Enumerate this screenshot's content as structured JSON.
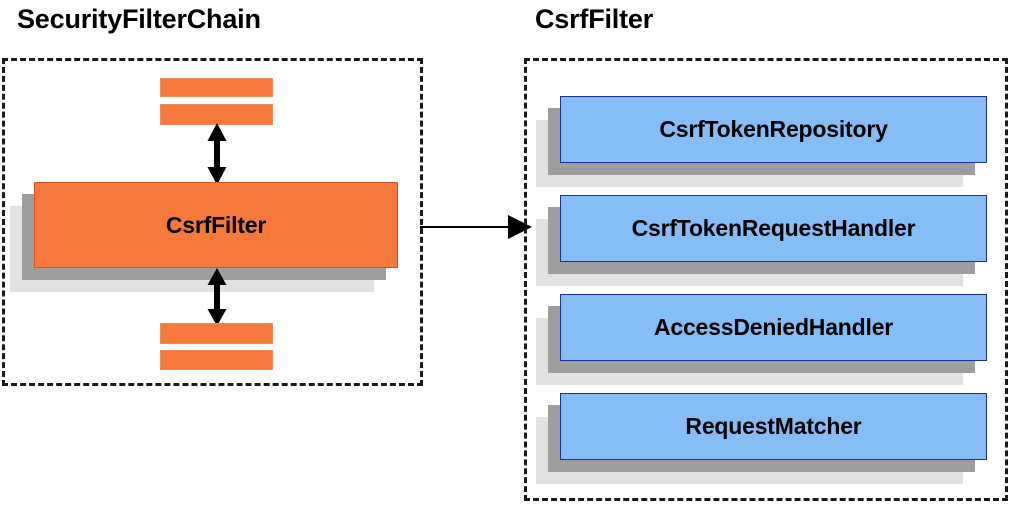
{
  "diagram": {
    "title_left": "SecurityFilterChain",
    "title_right": "CsrfFilter",
    "colors": {
      "orange_fill": "#F4793B",
      "orange_border": "#D2561B",
      "blue_fill": "#85BDF7",
      "blue_border": "#1B2EA0",
      "shadow_dark": "#9E9E9E",
      "shadow_light": "#E2E2E2",
      "outline_dashed": "#1A1A1A",
      "text": "#000000",
      "background": "#FFFFFF"
    },
    "left_panel": {
      "name": "SecurityFilterChain",
      "filter_box": {
        "label": "CsrfFilter"
      },
      "filters_above": [
        {
          "label": ""
        },
        {
          "label": ""
        }
      ],
      "filters_below": [
        {
          "label": ""
        },
        {
          "label": ""
        }
      ],
      "connector_above": {
        "type": "double-arrow",
        "direction": "vertical"
      },
      "connector_below": {
        "type": "double-arrow",
        "direction": "vertical"
      }
    },
    "connector_between_panels": {
      "type": "single-arrow",
      "direction": "right"
    },
    "right_panel": {
      "name": "CsrfFilter",
      "collaborators": [
        {
          "label": "CsrfTokenRepository"
        },
        {
          "label": "CsrfTokenRequestHandler"
        },
        {
          "label": "AccessDeniedHandler"
        },
        {
          "label": "RequestMatcher"
        }
      ]
    }
  }
}
